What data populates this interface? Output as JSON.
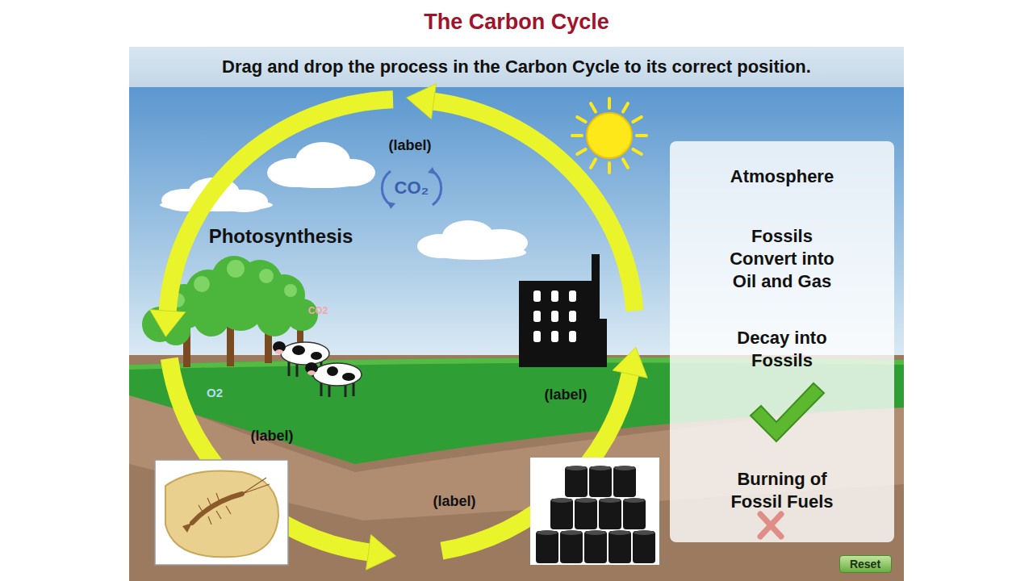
{
  "diagram": {
    "title": "The Carbon Cycle",
    "nodes": [
      {
        "text": [
          "Atmosphere",
          "Fossils Convert into Oil and Gas",
          "Decay into Fossils",
          "Burning of Fossil Fuels"
        ]
      },
      {
        "text": [
          "Reset"
        ]
      }
    ],
    "labels": [
      "Drag and drop the process in the Carbon Cycle to its correct position.",
      "(label)",
      "CO₂",
      "Photosynthesis",
      "CO2",
      "O2",
      "(label)",
      "(label)",
      "(label)"
    ]
  }
}
